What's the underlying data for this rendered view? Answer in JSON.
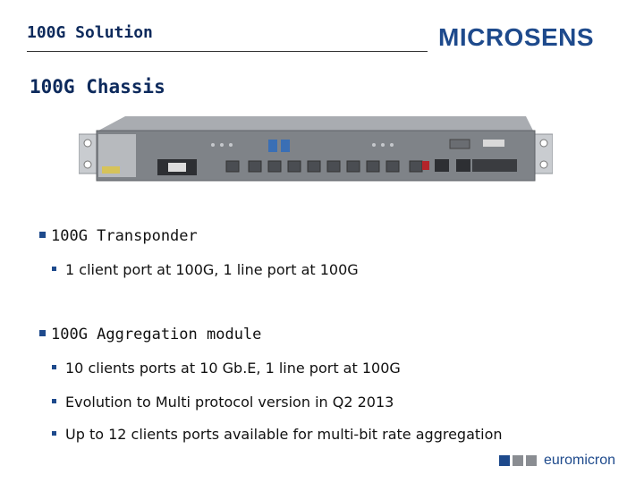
{
  "header": {
    "title": "100G Solution",
    "logo": "MICROSENS"
  },
  "slide": {
    "title": "100G Chassis"
  },
  "bullets": [
    {
      "level": 1,
      "text": "100G Transponder"
    },
    {
      "level": 2,
      "text": "1 client port at 100G, 1 line port at 100G"
    },
    {
      "level": 1,
      "text": "100G Aggregation module"
    },
    {
      "level": 2,
      "text": "10 clients ports at 10 Gb.E, 1 line port at 100G"
    },
    {
      "level": 2,
      "text": "Evolution to Multi protocol version in Q2 2013"
    },
    {
      "level": 2,
      "text": "Up to 12 clients ports available for multi-bit rate aggregation"
    }
  ],
  "footer": {
    "logo": "euromicron"
  },
  "colors": {
    "brand": "#1e4a8c",
    "title": "#0d2a5c",
    "chassis": "#8a8d92",
    "footer_sq_dark": "#1e4a8c",
    "footer_sq_grey": "#8a8d92"
  }
}
